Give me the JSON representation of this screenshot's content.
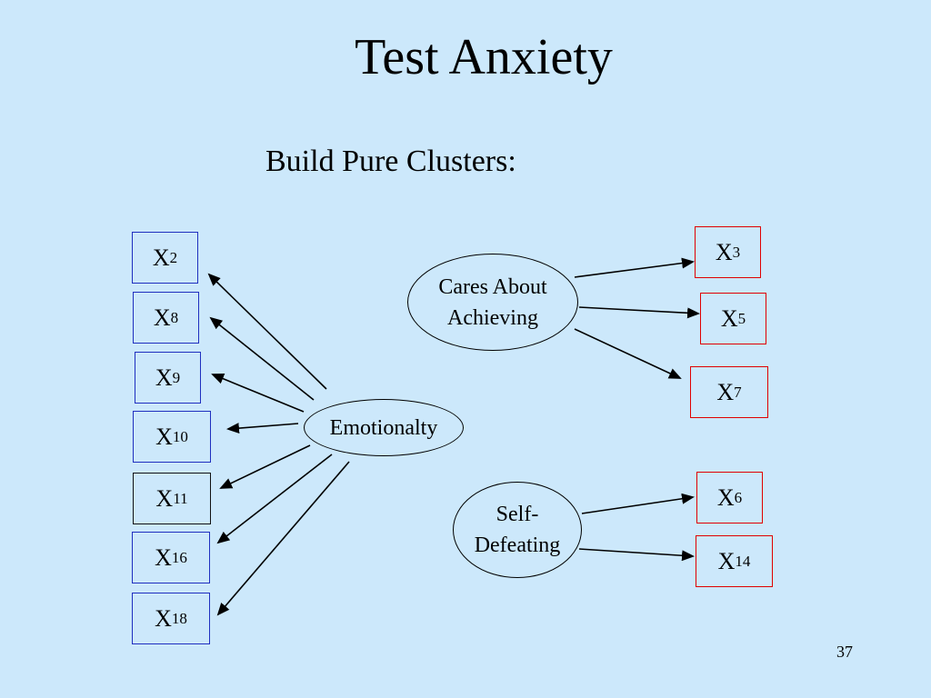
{
  "title": "Test Anxiety",
  "subtitle": "Build Pure Clusters:",
  "page_number": "37",
  "latents": {
    "emotionality": {
      "label": "Emotionalty"
    },
    "cares": {
      "line1": "Cares About",
      "line2": "Achieving"
    },
    "self": {
      "line1": "Self-",
      "line2": "Defeating"
    }
  },
  "boxes": {
    "x2": {
      "letter": "X",
      "index": "2"
    },
    "x8": {
      "letter": "X",
      "index": "8"
    },
    "x9": {
      "letter": "X",
      "index": "9"
    },
    "x10": {
      "letter": "X",
      "index": "10"
    },
    "x11": {
      "letter": "X",
      "index": "11"
    },
    "x16": {
      "letter": "X",
      "index": "16"
    },
    "x18": {
      "letter": "X",
      "index": "18"
    },
    "x3": {
      "letter": "X",
      "index": "3"
    },
    "x5": {
      "letter": "X",
      "index": "5"
    },
    "x7": {
      "letter": "X",
      "index": "7"
    },
    "x6": {
      "letter": "X",
      "index": "6"
    },
    "x14": {
      "letter": "X",
      "index": "14"
    }
  },
  "colors": {
    "background": "#cce8fb",
    "emotionality_indicators": "#1f2fbf",
    "outlier_indicator": "#111111",
    "other_indicators": "#e00000"
  },
  "edges": [
    {
      "from": "emotionality",
      "to": "x2"
    },
    {
      "from": "emotionality",
      "to": "x8"
    },
    {
      "from": "emotionality",
      "to": "x9"
    },
    {
      "from": "emotionality",
      "to": "x10"
    },
    {
      "from": "emotionality",
      "to": "x11"
    },
    {
      "from": "emotionality",
      "to": "x16"
    },
    {
      "from": "emotionality",
      "to": "x18"
    },
    {
      "from": "cares",
      "to": "x3"
    },
    {
      "from": "cares",
      "to": "x5"
    },
    {
      "from": "cares",
      "to": "x7"
    },
    {
      "from": "self",
      "to": "x6"
    },
    {
      "from": "self",
      "to": "x14"
    }
  ]
}
